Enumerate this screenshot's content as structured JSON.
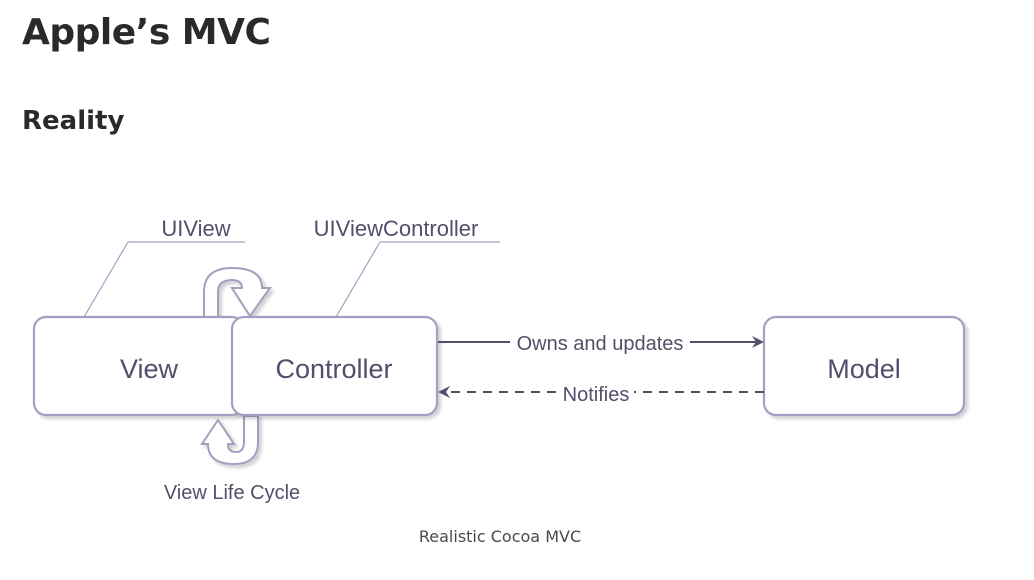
{
  "page": {
    "title": "Apple’s MVC",
    "subtitle": "Reality",
    "caption": "Realistic Cocoa MVC"
  },
  "diagram": {
    "nodes": {
      "view": "View",
      "controller": "Controller",
      "model": "Model"
    },
    "callouts": {
      "uiview": "UIView",
      "uiviewcontroller": "UIViewController"
    },
    "edges": {
      "owns": "Owns and updates",
      "notifies": "Notifies",
      "lifecycle": "View Life Cycle"
    },
    "colors": {
      "stroke": "#a0a0c0",
      "text": "#50506a",
      "arrow": "#50506a"
    }
  }
}
